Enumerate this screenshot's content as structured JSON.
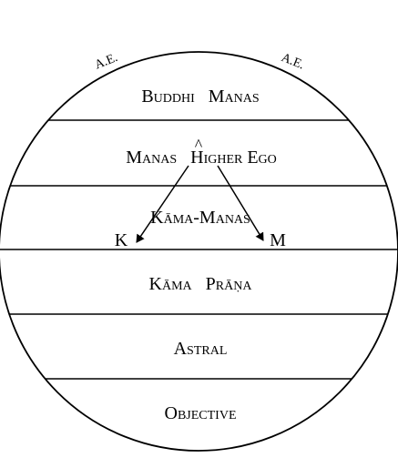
{
  "arc_labels": {
    "left": "A.E.",
    "right": "A.E."
  },
  "bands": [
    {
      "id": "buddhi-manas",
      "text": "Buddhi   Manas"
    },
    {
      "id": "manas-higher-ego",
      "text": "Manas   Higher Ego"
    },
    {
      "id": "kama-manas",
      "text": "Kāma-Manas"
    },
    {
      "id": "kama-prana",
      "text": "Kāma   Prāṇa"
    },
    {
      "id": "astral",
      "text": "Astral"
    },
    {
      "id": "objective",
      "text": "Objective"
    }
  ],
  "markers": {
    "left": "K",
    "right": "M",
    "caret": "^"
  },
  "colors": {
    "ink": "#000000",
    "background": "#ffffff"
  }
}
